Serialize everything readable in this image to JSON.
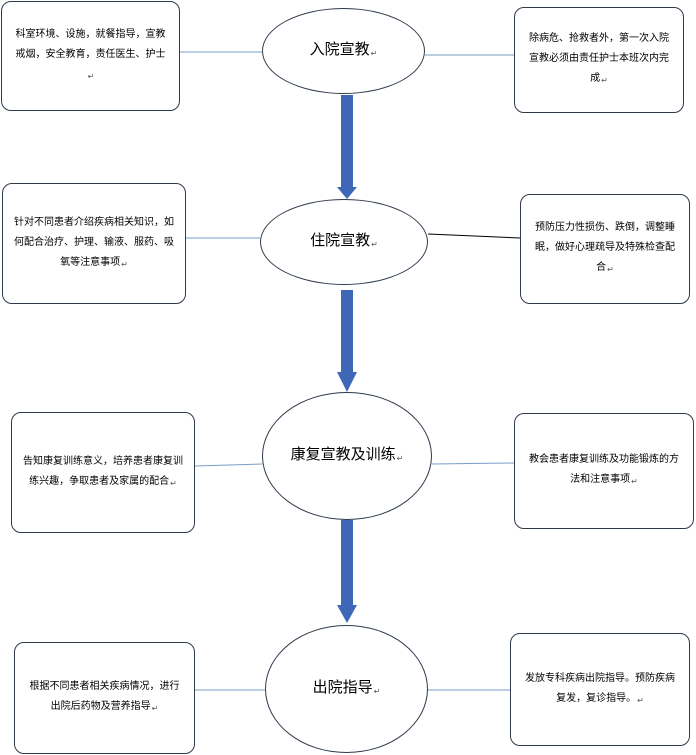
{
  "stages": [
    {
      "title": "入院宣教",
      "left_note": "科室环境、设施，就餐指导，宣教戒烟，安全教育，责任医生、护士",
      "right_note": "除病危、抢救者外，第一次入院宣教必须由责任护士本班次内完成"
    },
    {
      "title": "住院宣教",
      "left_note": "针对不同患者介绍疾病相关知识，如何配合治疗、护理、输液、服药、吸氧等注意事项",
      "right_note": "预防压力性损伤、跌倒，调整睡眠，做好心理疏导及特殊检查配合"
    },
    {
      "title": "康复宣教及训练",
      "left_note": "告知康复训练意义，培养患者康复训练兴趣，争取患者及家属的配合",
      "right_note": "教会患者康复训练及功能锻炼的方法和注意事项"
    },
    {
      "title": "出院指导",
      "left_note": "根据不同患者相关疾病情况，进行出院后药物及营养指导",
      "right_note": "发放专科疾病出院指导。预防疾病复发，复诊指导。"
    }
  ],
  "icons": {
    "return_mark": "↵"
  },
  "colors": {
    "arrow": "#3f67b8",
    "line": "#7a9cc6",
    "border": "#2f3a4c"
  }
}
